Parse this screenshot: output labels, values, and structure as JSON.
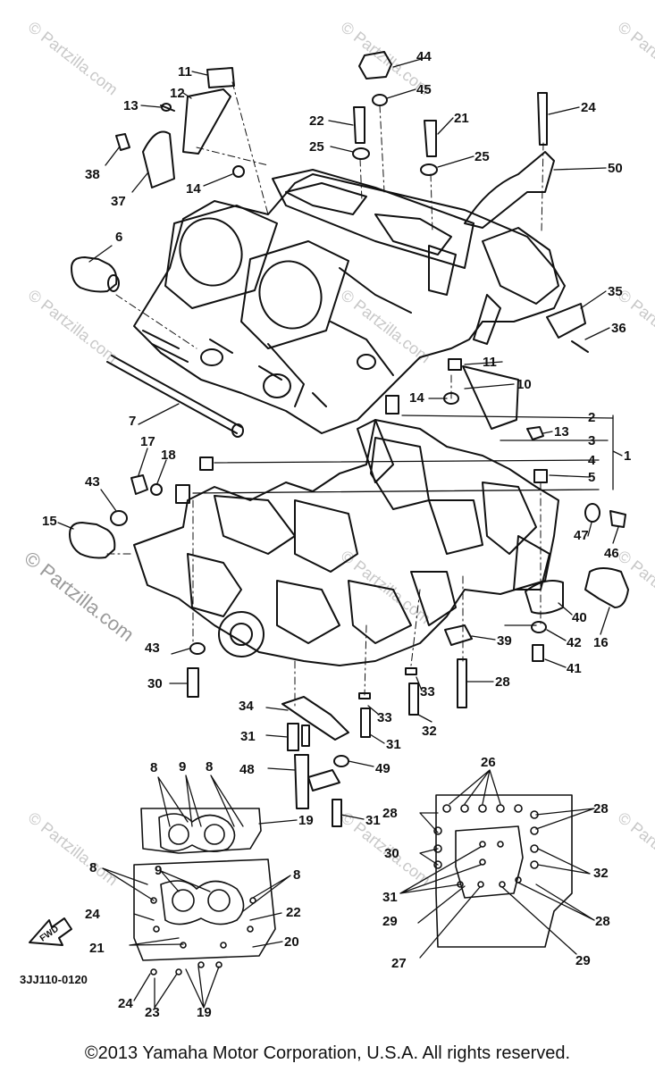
{
  "diagram": {
    "part_numbers": [
      "1",
      "2",
      "3",
      "4",
      "5",
      "6",
      "7",
      "8",
      "9",
      "10",
      "11",
      "12",
      "13",
      "14",
      "15",
      "16",
      "17",
      "18",
      "19",
      "20",
      "21",
      "22",
      "23",
      "24",
      "25",
      "26",
      "27",
      "28",
      "29",
      "30",
      "31",
      "32",
      "33",
      "34",
      "35",
      "36",
      "37",
      "38",
      "39",
      "40",
      "41",
      "42",
      "43",
      "44",
      "45",
      "46",
      "47",
      "48",
      "49",
      "50"
    ],
    "fwd_label": "FWD",
    "diagram_code": "3JJ110-0120",
    "watermark": "© Partzilla.com",
    "copyright": "©2013  Yamaha Motor Corporation, U.S.A. All rights reserved."
  }
}
